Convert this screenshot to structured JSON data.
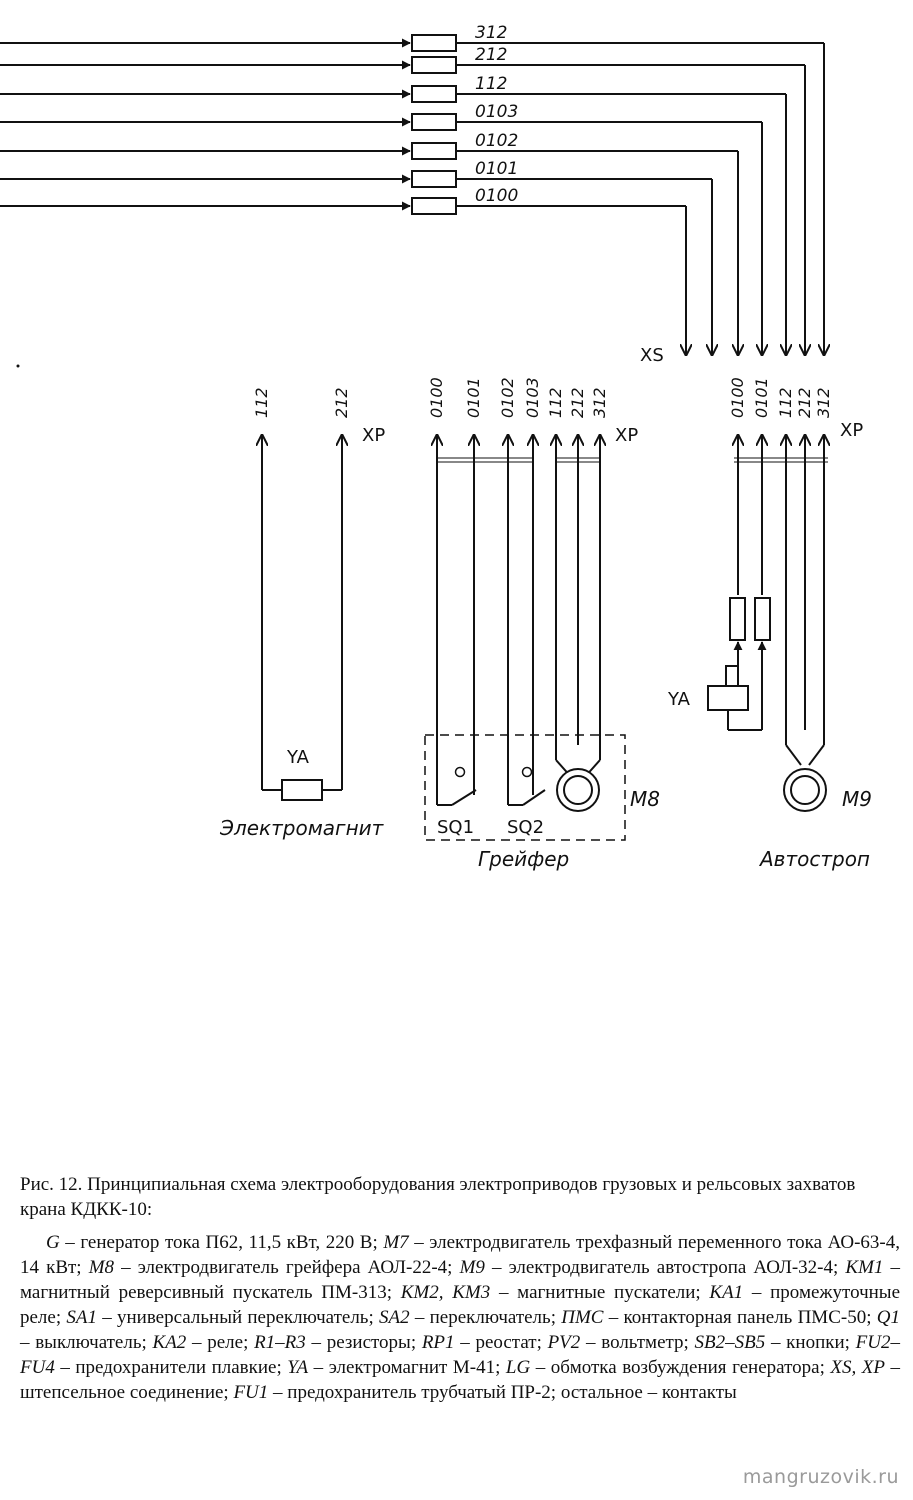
{
  "diagram": {
    "bus_wires": [
      "312",
      "212",
      "112",
      "0103",
      "0102",
      "0101",
      "0100"
    ],
    "connector_xs": "XS",
    "connector_xp": "XP",
    "electromagnet": {
      "name": "Электромагнит",
      "terminals": [
        "112",
        "212"
      ],
      "coil": "YA"
    },
    "grab": {
      "name": "Грейфер",
      "terminals": [
        "0100",
        "0101",
        "0102",
        "0103",
        "112",
        "212",
        "312"
      ],
      "switches": [
        "SQ1",
        "SQ2"
      ],
      "motor": "M8"
    },
    "autostrop": {
      "name": "Автостроп",
      "terminals": [
        "0100",
        "0101",
        "112",
        "212",
        "312"
      ],
      "coil": "YA",
      "motor": "M9"
    }
  },
  "caption": {
    "title": "Рис. 12. Принципиальная схема электрооборудования электроприводов грузовых и рельсовых захватов крана КДКК-10:",
    "legend": [
      {
        "key": "G",
        "text": " – генератор тока П62, 11,5 кВт, 220 В; "
      },
      {
        "key": "M7",
        "text": " – электродвигатель трехфазный переменного тока АО-63-4, 14 кВт; "
      },
      {
        "key": "M8",
        "text": " – электродвигатель грейфера АОЛ-22-4; "
      },
      {
        "key": "M9",
        "text": " – электродвигатель автостропа АОЛ-32-4; "
      },
      {
        "key": "KM1",
        "text": " – магнитный реверсивный пускатель ПМ-313; "
      },
      {
        "key": "KM2, KM3",
        "text": " – магнитные пускатели; "
      },
      {
        "key": "KA1",
        "text": " – промежуточные реле; "
      },
      {
        "key": "SA1",
        "text": " – универсальный переключатель; "
      },
      {
        "key": "SA2",
        "text": " – переключатель; "
      },
      {
        "key": "ПМС",
        "text": " – контакторная панель ПМС-50; "
      },
      {
        "key": "Q1",
        "text": " – выключатель; "
      },
      {
        "key": "KA2",
        "text": " – реле; "
      },
      {
        "key": "R1–R3",
        "text": " – резисторы; "
      },
      {
        "key": "RP1",
        "text": " – реостат; "
      },
      {
        "key": "PV2",
        "text": " – вольтметр; "
      },
      {
        "key": "SB2–SB5",
        "text": " – кнопки; "
      },
      {
        "key": "FU2–FU4",
        "text": " – предохранители плавкие; "
      },
      {
        "key": "YA",
        "text": " – электромагнит М-41; "
      },
      {
        "key": "LG",
        "text": " – обмотка возбуждения генератора; "
      },
      {
        "key": "XS, XP",
        "text": " – штепсельное соединение; "
      },
      {
        "key": "FU1",
        "text": " – предохранитель трубчатый ПР-2; "
      },
      {
        "key": "",
        "text": "остальное – контакты"
      }
    ]
  },
  "watermark": "mangruzovik.ru"
}
